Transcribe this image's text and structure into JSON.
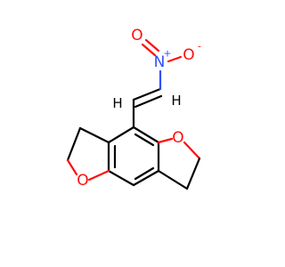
{
  "molecule": {
    "colors": {
      "carbon_bond": "#000000",
      "oxygen": "#ff0d0d",
      "nitrogen": "#3050f8",
      "hydrogen": "#000000",
      "background": "#ffffff"
    },
    "labels": {
      "nitro_n": "N",
      "nitro_n_charge": "+",
      "nitro_o_top": "O",
      "nitro_o_right": "O",
      "nitro_o_right_charge": "-",
      "vinyl_h1": "H",
      "vinyl_h2": "H",
      "furan_o_right": "O",
      "furan_o_left": "O"
    }
  }
}
